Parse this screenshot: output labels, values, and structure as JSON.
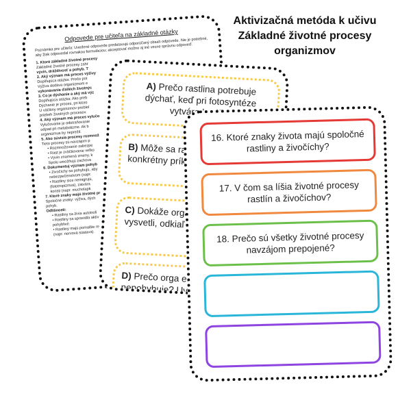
{
  "title": {
    "line1": "Aktivizačná metóda k učivu",
    "line2": "Základné životné procesy",
    "line3": "organizmov"
  },
  "answer_sheet": {
    "heading": "Odpovede pre učiteľa na základné otázky",
    "note": "Poznámka pre učiteľa: Uvedené odpovede predstavujú odporúčaný obsah odpovede. Nie je potrebné, aby žiak odpovedal rovnakou formuláciou; akceptovať možno aj iné vecne správnu odpoveď.",
    "lines": [
      {
        "text": "1. Ktoré základné životné procesy",
        "kind": "q"
      },
      {
        "text": "Základné životné procesy zahŕ",
        "kind": "t"
      },
      {
        "text": "vývin, dráždivosť a pohyb. T",
        "kind": "q"
      },
      {
        "text": "2. Aký význam má proces výživy",
        "kind": "q"
      },
      {
        "text": "Doplňujúca otázka: Prečo pot",
        "kind": "t"
      },
      {
        "text": "Výživa dodáva organizmom e",
        "kind": "t"
      },
      {
        "text": "vykonávanie ďalších životnýc",
        "kind": "q"
      },
      {
        "text": "3. Čo je dýchanie a aký má výz",
        "kind": "q"
      },
      {
        "text": "Doplňujúca otázka: Ako preb",
        "kind": "t"
      },
      {
        "text": "Dýchanie je proces, pri ktoro",
        "kind": "t"
      },
      {
        "text": "U väčšiny organizmov preblel",
        "kind": "t"
      },
      {
        "text": "priebeh životných procesov.",
        "kind": "t"
      },
      {
        "text": "4. Aký význam má proces vylučo",
        "kind": "q"
      },
      {
        "text": "Vylučovanie je odstraňovanie",
        "kind": "t"
      },
      {
        "text": "odpad pri metabolizme. Ak b",
        "kind": "t"
      },
      {
        "text": "organizmus by neprežil.",
        "kind": "t"
      },
      {
        "text": "5. Ako súvisia procesy rozmnož",
        "kind": "q"
      },
      {
        "text": "Tieto procesy sú navzájom p",
        "kind": "t"
      },
      {
        "text": "• Rozmnožovanie zabezpe",
        "kind": "b"
      },
      {
        "text": "• Rast je zväčšovanie veľko",
        "kind": "b"
      },
      {
        "text": "• Vývin znamená zmeny, k",
        "kind": "b"
      },
      {
        "text": "Spolu umožňujú zachova",
        "kind": "b"
      },
      {
        "text": "6. Dokumentuj význam pohyb",
        "kind": "q"
      },
      {
        "text": "• Živočíchy sa pohybujú, aby",
        "kind": "b"
      },
      {
        "text": "nebezpečenstvom (napr.",
        "kind": "b"
      },
      {
        "text": "• Rastliny sice nemigrujú,",
        "kind": "b"
      },
      {
        "text": "(fototropizmus), zatvára",
        "kind": "b"
      },
      {
        "text": "koristi (napr. mucholapk",
        "kind": "b"
      },
      {
        "text": "7. Ktoré znaky majú životné pr",
        "kind": "q"
      },
      {
        "text": "Spoločné znaky: výživa, dých",
        "kind": "t"
      },
      {
        "text": "pohyb.",
        "kind": "t"
      },
      {
        "text": "Odlišnosti:",
        "kind": "q"
      },
      {
        "text": "• Rastliny sa živia autotrofi",
        "kind": "b"
      },
      {
        "text": "• Rastliny sa spravidla aktív",
        "kind": "b"
      },
      {
        "text": "pohyblivé.",
        "kind": "b"
      },
      {
        "text": "• Rastliny majú pomalšie re",
        "kind": "b"
      },
      {
        "text": "(napr. nervová sústava).",
        "kind": "b"
      }
    ]
  },
  "middle_card": {
    "items": [
      {
        "letter": "A)",
        "text": "Prečo rastlina potrebuje dýchať, keď pri fotosyntéze vytvára kyslík?"
      },
      {
        "letter": "B)",
        "text": "Môže sa rastlin nedokáže zme konkrétny prík"
      },
      {
        "letter": "C)",
        "text": "Dokáže orga prijímania potra vysvetli, odkiaľ ene"
      },
      {
        "letter": "D)",
        "text": "Prečo orga energiu aj vte nepohybuje? Uveď pri ktorýc"
      }
    ]
  },
  "front_card": {
    "questions": [
      {
        "text": "16. Ktoré znaky života majú spoločné rastliny a živočíchy?",
        "color": "#e53935"
      },
      {
        "text": "17. V čom sa líšia životné procesy rastlín a živočíchov?",
        "color": "#f0883e"
      },
      {
        "text": "18. Prečo sú všetky životné procesy navzájom prepojené?",
        "color": "#6cc04a"
      },
      {
        "text": "",
        "color": "#29b6d8"
      },
      {
        "text": "",
        "color": "#8e44e0"
      }
    ]
  }
}
